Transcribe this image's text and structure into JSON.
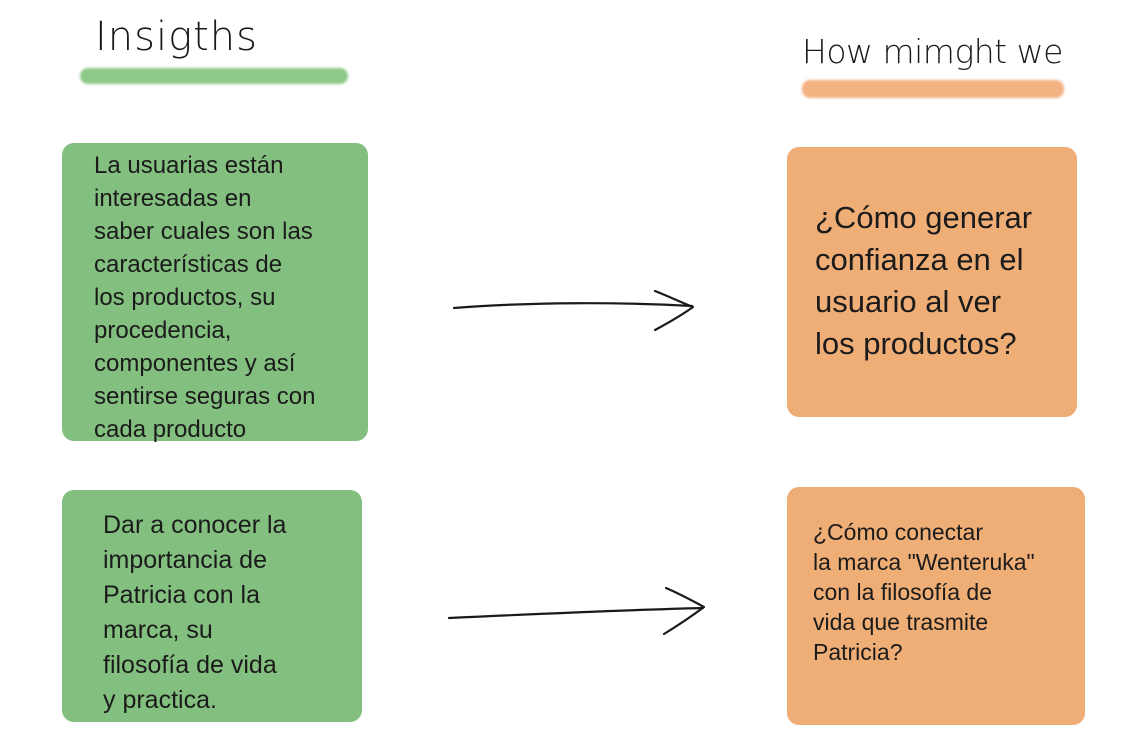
{
  "columns": {
    "insights_title": "Insigths",
    "hmw_title": "How mimght we"
  },
  "colors": {
    "insight_card": "#83bf7f",
    "hmw_card": "#f0ae77",
    "insights_underline": "#8ec98a",
    "hmw_underline": "#f4b283",
    "arrow": "#1a1a1a"
  },
  "rows": [
    {
      "insight": "La usuarias están\ninteresadas en\nsaber cuales son las\ncaracterísticas de\nlos productos, su\nprocedencia,\ncomponentes y así\nsentirse seguras con\ncada producto",
      "question": "¿Cómo generar\nconfianza en el\nusuario al ver\nlos productos?"
    },
    {
      "insight": "Dar a conocer la\nimportancia de\nPatricia con la\nmarca, su\nfilosofía de vida\ny practica.",
      "question": "¿Cómo conectar\nla marca \"Wenteruka\"\ncon la filosofía de\nvida que trasmite\nPatricia?"
    }
  ]
}
